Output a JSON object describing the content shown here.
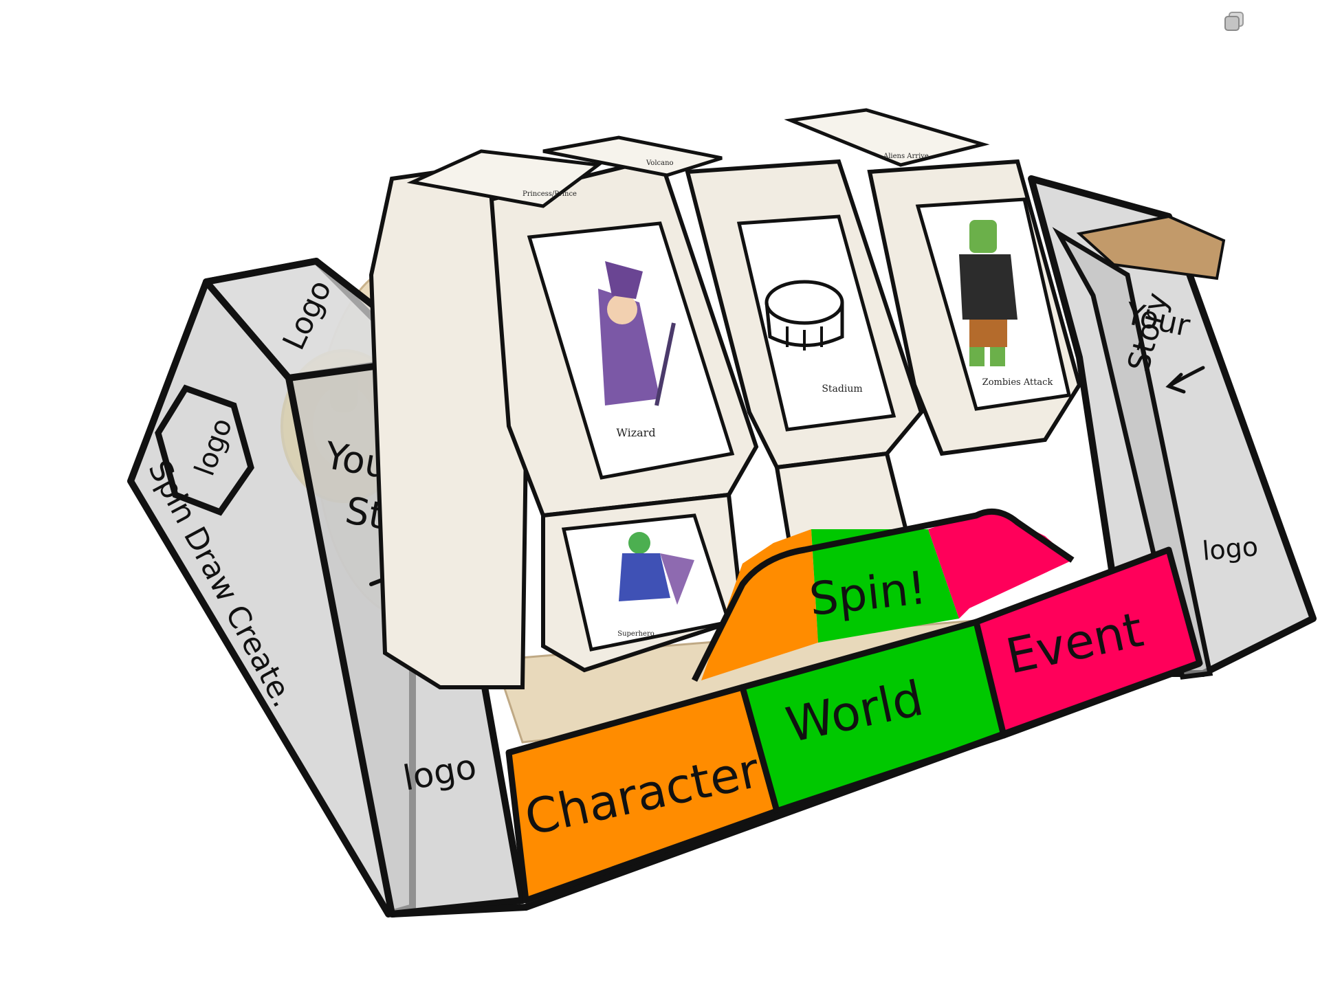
{
  "colors": {
    "character": "#ff8c00",
    "world": "#00c800",
    "event": "#ff005a",
    "cream": "#f1ece2",
    "wood": "#e8d9bb",
    "yellow": "#f5c20a",
    "grey": "#c9c9c9",
    "ink": "#111111"
  },
  "toolbar": {
    "icon": "copy-icon"
  },
  "sketch": {
    "left_side": {
      "top_text": "Logo",
      "hex_text": "logo",
      "vertical_text": "Spin Draw Create.",
      "bottom_text": "logo"
    },
    "left_panel_text": [
      "Your",
      "Story"
    ],
    "right_side": {
      "text": [
        "Your",
        "Story"
      ],
      "logo": "logo"
    },
    "spin_label": "Spin!",
    "buttons": [
      {
        "label": "Character"
      },
      {
        "label": "World"
      },
      {
        "label": "Event"
      }
    ]
  },
  "reels": {
    "cards": [
      {
        "label": "Wizard"
      },
      {
        "label": "Stadium"
      },
      {
        "label": "Zombies Attack"
      }
    ],
    "bottom_card": {
      "label": "Superhero"
    },
    "top_cards": [
      {
        "label": "Princess/Prince"
      },
      {
        "label": "Volcano"
      },
      {
        "label": "Aliens Arrive"
      }
    ]
  }
}
